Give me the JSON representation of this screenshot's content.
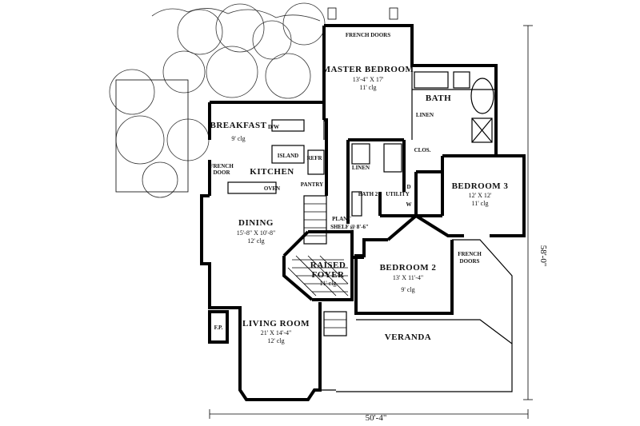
{
  "plan": {
    "rooms": {
      "master_bedroom": {
        "name": "MASTER BEDROOM",
        "size": "13'-4\" X 17'",
        "ceiling": "11' clg"
      },
      "french_doors_top": "FRENCH DOORS",
      "bath": "BATH",
      "linen_master": "LINEN",
      "clos": "CLOS.",
      "breakfast": {
        "name": "BREAKFAST",
        "ceiling": "9' clg"
      },
      "dw": "D/W",
      "island": "ISLAND",
      "kitchen": "KITCHEN",
      "french_door_left": [
        "FRENCH",
        "DOOR"
      ],
      "refr": "REFR",
      "oven": "OVEN",
      "pantry": "PANTRY",
      "linen_hall": "LINEN",
      "bath2": "BATH 2",
      "utility": "UTILITY",
      "d": "D",
      "w": "W",
      "bedroom3": {
        "name": "BEDROOM 3",
        "size": "12' X 12'",
        "ceiling": "11' clg"
      },
      "dining": {
        "name": "DINING",
        "size": "15'-8\" X 10'-8\"",
        "ceiling": "12' clg"
      },
      "plant_shelf": [
        "PLANT",
        "SHELF @ 8'-6\""
      ],
      "raised_foyer": {
        "name": [
          "RAISED",
          "FOYER"
        ],
        "ceiling": "11' clg"
      },
      "bedroom2": {
        "name": "BEDROOM 2",
        "size": "13' X 11'-4\"",
        "ceiling": "9' clg"
      },
      "french_doors_right": [
        "FRENCH",
        "DOORS"
      ],
      "living_room": {
        "name": "LIVING ROOM",
        "size": "21' X 14'-4\"",
        "ceiling": "12' clg"
      },
      "fp": "F.P.",
      "veranda": "VERANDA"
    },
    "dimensions": {
      "width": "50'-4\"",
      "depth": "58'-0\""
    }
  }
}
